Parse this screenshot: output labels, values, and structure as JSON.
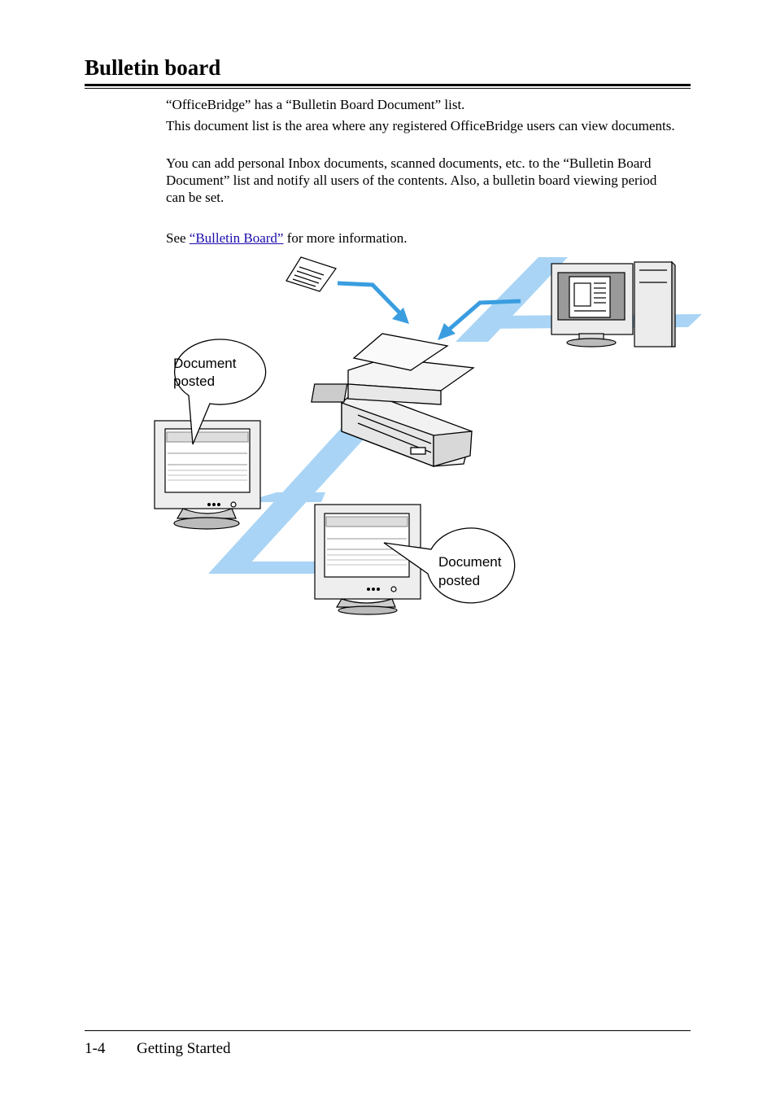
{
  "heading": "Bulletin board",
  "paragraphs": {
    "p1": "“OfficeBridge” has a “Bulletin Board Document” list.",
    "p2": "This document list is the area where any registered OfficeBridge users can view documents.",
    "p3": "You can add personal Inbox documents, scanned documents, etc. to the “Bulletin Board Document” list and notify all users of the contents. Also, a bulletin board viewing period can be set.",
    "p4_prefix": "See ",
    "p4_link": "“Bulletin Board”",
    "p4_suffix": " for more information."
  },
  "figure": {
    "callout_left": {
      "line1": "Document",
      "line2": "posted"
    },
    "callout_right": {
      "line1": "Document",
      "line2": "posted"
    },
    "colors": {
      "network": "#a9d4f5",
      "arrow": "#3a9de0",
      "outline": "#000000",
      "monitor": "#eeeeee"
    }
  },
  "footer": {
    "page_number": "1-4",
    "section": "Getting Started"
  }
}
